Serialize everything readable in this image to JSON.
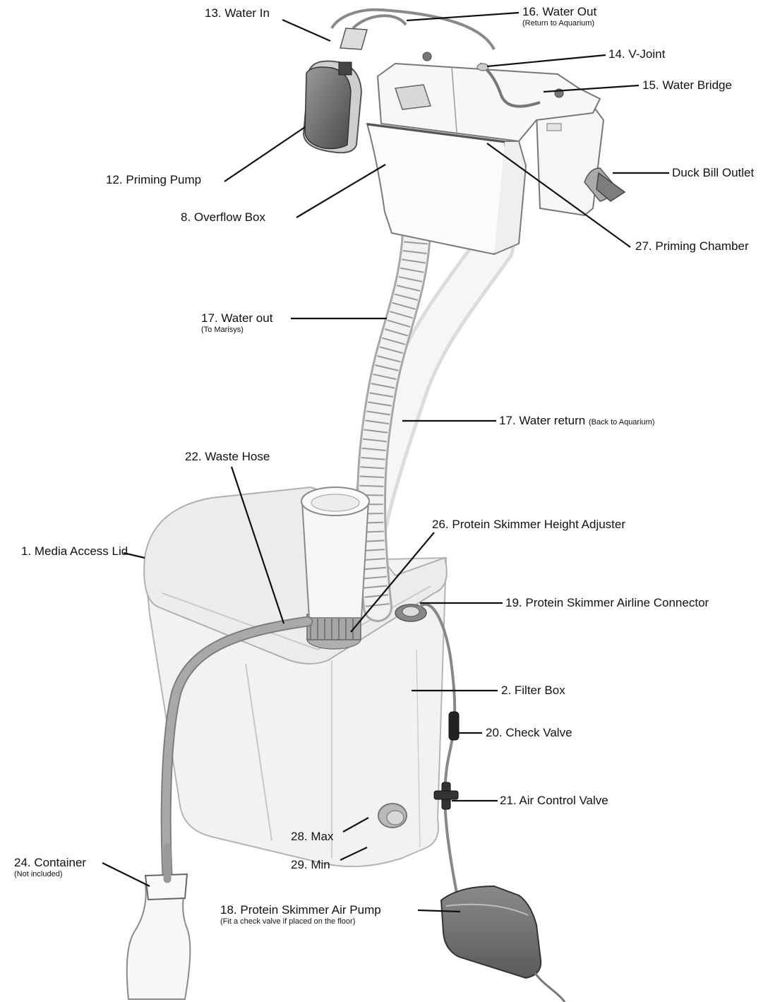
{
  "title": "",
  "colors": {
    "outline": "#7a7a7a",
    "body_fill": "#f3f3f3",
    "lid_fill": "#ebebeb",
    "dark_part": "#555555",
    "hose_gray": "#9a9a9a",
    "leader": "#111111"
  },
  "labels": {
    "water_in": "13. Water In",
    "water_out_16": "16. Water Out",
    "water_out_16_sub": "(Return to Aquarium)",
    "v_joint": "14. V-Joint",
    "water_bridge": "15. Water Bridge",
    "priming_pump": "12. Priming Pump",
    "duck_bill": "Duck Bill Outlet",
    "overflow_box": "8.  Overflow Box",
    "priming_chamber": "27. Priming Chamber",
    "water_out_17": "17. Water out",
    "water_out_17_sub": "(To Marisys)",
    "water_return": "17. Water return",
    "water_return_sub": "(Back to Aquarium)",
    "waste_hose": "22. Waste Hose",
    "media_lid": "1. Media Access Lid",
    "height_adjuster": "26. Protein Skimmer Height Adjuster",
    "airline_connector": "19. Protein Skimmer Airline Connector",
    "filter_box": "2. Filter Box",
    "check_valve": "20. Check Valve",
    "air_control_valve": "21. Air Control Valve",
    "max": "28. Max",
    "min": "29. Min",
    "container": "24. Container",
    "container_sub": "(Not included)",
    "air_pump": "18. Protein Skimmer Air Pump",
    "air_pump_sub": "(Fit a check valve if placed on the floor)"
  }
}
